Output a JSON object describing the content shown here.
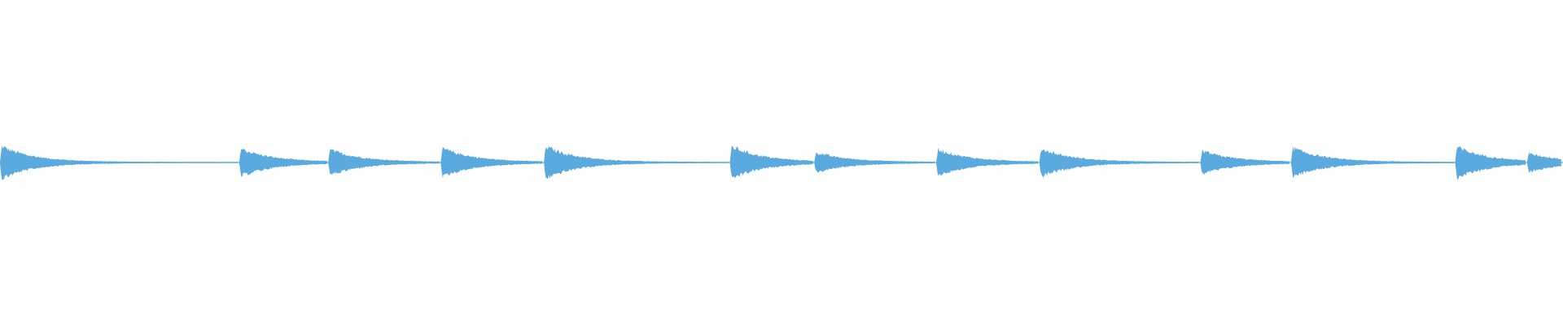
{
  "waveform": {
    "color": "#5aa9df",
    "background": "#ffffff",
    "notes": [
      {
        "onset": 0.0,
        "peak": 1.0
      },
      {
        "onset": 0.153,
        "peak": 0.85
      },
      {
        "onset": 0.21,
        "peak": 0.78
      },
      {
        "onset": 0.282,
        "peak": 0.88
      },
      {
        "onset": 0.348,
        "peak": 1.0
      },
      {
        "onset": 0.467,
        "peak": 1.0
      },
      {
        "onset": 0.521,
        "peak": 0.6
      },
      {
        "onset": 0.599,
        "peak": 0.8
      },
      {
        "onset": 0.665,
        "peak": 0.85
      },
      {
        "onset": 0.768,
        "peak": 0.7
      },
      {
        "onset": 0.826,
        "peak": 0.9
      },
      {
        "onset": 0.931,
        "peak": 0.95
      },
      {
        "onset": 0.977,
        "peak": 0.55
      }
    ]
  }
}
